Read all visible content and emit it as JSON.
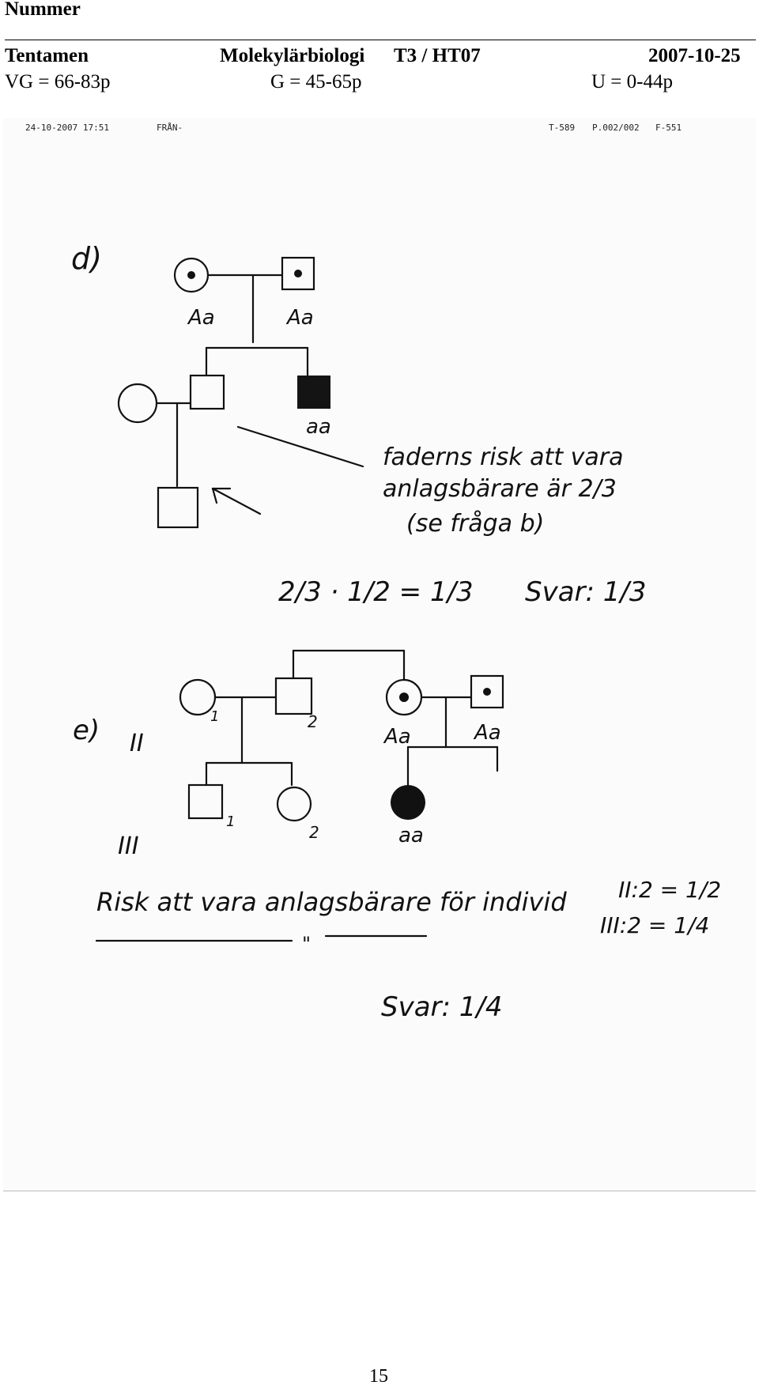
{
  "header": {
    "nummer": "Nummer",
    "tentamen": "Tentamen",
    "course": "Molekylärbiologi",
    "code": "T3 / HT07",
    "date": "2007-10-25",
    "grade_vg": "VG = 66-83p",
    "grade_g": "G = 45-65p",
    "grade_u": "U = 0-44p"
  },
  "fax": {
    "datetime": "24-10-2007  17:51",
    "from": "FRÅN-",
    "tnum": "T-589",
    "page": "P.002/002",
    "fnum": "F-551"
  },
  "part_d": {
    "label": "d)",
    "genotype_mother": "Aa",
    "genotype_father": "Aa",
    "genotype_affected": "aa",
    "note_line1": "faderns risk att vara",
    "note_line2": "anlagsbärare är 2/3",
    "note_line3": "(se fråga b)",
    "calc": "2/3 · 1/2 = 1/3",
    "answer": "Svar: 1/3"
  },
  "part_e": {
    "label": "e)",
    "gen2": "II",
    "gen3": "III",
    "num_ii1": "1",
    "num_ii2": "2",
    "genotype_mother": "Aa",
    "genotype_father": "Aa",
    "num_iii1": "1",
    "num_iii2": "2",
    "genotype_affected": "aa",
    "risk_text": "Risk att vara anlagsbärare för individ",
    "risk_ii": "II:2 = 1/2",
    "risk_iii": "III:2 = 1/4",
    "ditto": "\"",
    "answer": "Svar: 1/4"
  },
  "page_number": "15"
}
